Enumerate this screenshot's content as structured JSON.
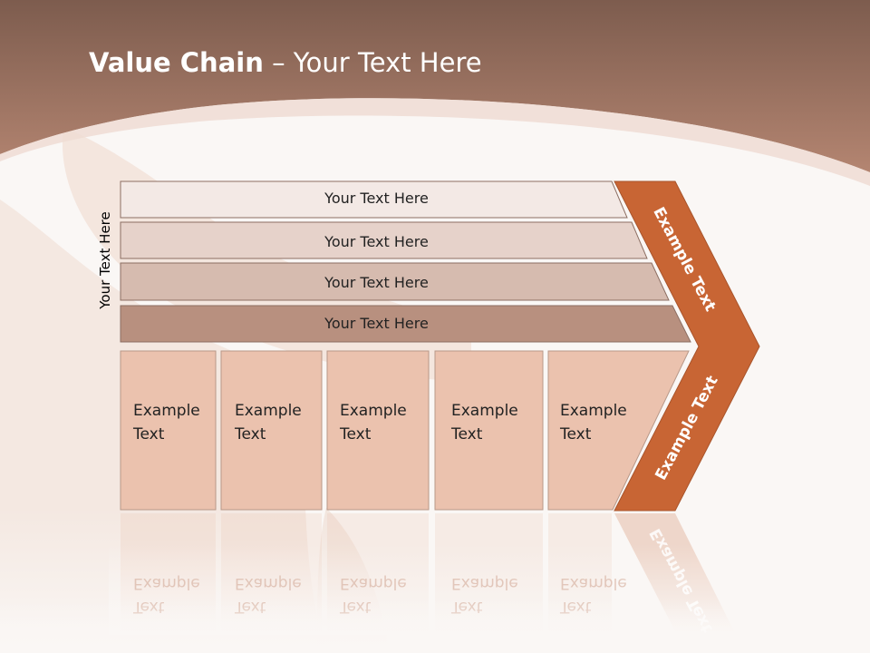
{
  "title": {
    "bold": "Value Chain",
    "rest": " – Your Text Here"
  },
  "side_label": "Your Text Here",
  "bands": [
    {
      "label": "Your Text Here",
      "color": "#f3e9e5"
    },
    {
      "label": "Your Text Here",
      "color": "#e6d2ca"
    },
    {
      "label": "Your Text Here",
      "color": "#d6bbaf"
    },
    {
      "label": "Your Text Here",
      "color": "#b8907f"
    }
  ],
  "boxes": [
    {
      "line1": "Example",
      "line2": "Text"
    },
    {
      "line1": "Example",
      "line2": "Text"
    },
    {
      "line1": "Example",
      "line2": "Text"
    },
    {
      "line1": "Example",
      "line2": "Text"
    },
    {
      "line1": "Example",
      "line2": "Text"
    }
  ],
  "chevron": {
    "upper": "Example Text",
    "lower": "Example Text",
    "color": "#c86534"
  },
  "colors": {
    "header": "#9a6b58",
    "box": "#ebc2ae",
    "box_border": "#b89888"
  }
}
